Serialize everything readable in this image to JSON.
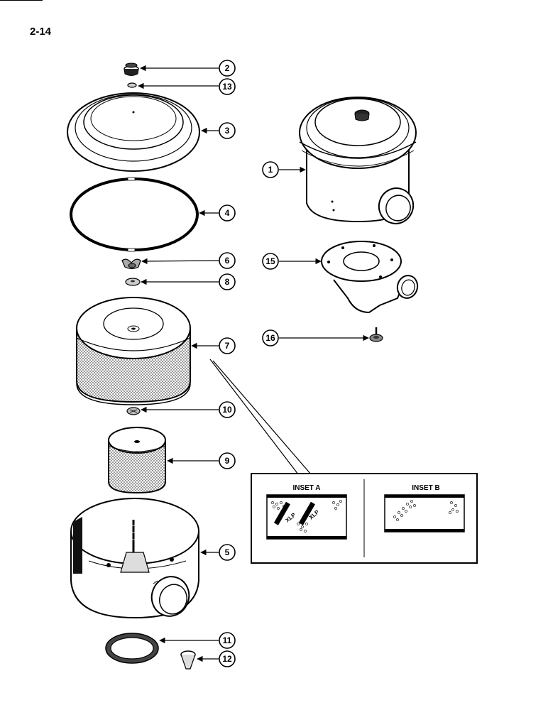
{
  "page": {
    "number": "2-14"
  },
  "callouts": [
    {
      "id": "part-2",
      "label": "2"
    },
    {
      "id": "part-13",
      "label": "13"
    },
    {
      "id": "part-3",
      "label": "3"
    },
    {
      "id": "part-4",
      "label": "4"
    },
    {
      "id": "part-6",
      "label": "6"
    },
    {
      "id": "part-8",
      "label": "8"
    },
    {
      "id": "part-7",
      "label": "7"
    },
    {
      "id": "part-10",
      "label": "10"
    },
    {
      "id": "part-9",
      "label": "9"
    },
    {
      "id": "part-5",
      "label": "5"
    },
    {
      "id": "part-11",
      "label": "11"
    },
    {
      "id": "part-12",
      "label": "12"
    },
    {
      "id": "part-1",
      "label": "1"
    },
    {
      "id": "part-15",
      "label": "15"
    },
    {
      "id": "part-16",
      "label": "16"
    }
  ],
  "insets": {
    "a": {
      "title": "INSET A",
      "stamp": "XLP"
    },
    "b": {
      "title": "INSET B"
    }
  },
  "colors": {
    "ink": "#000000",
    "paper": "#ffffff",
    "stipple": "#9a9a9a"
  }
}
